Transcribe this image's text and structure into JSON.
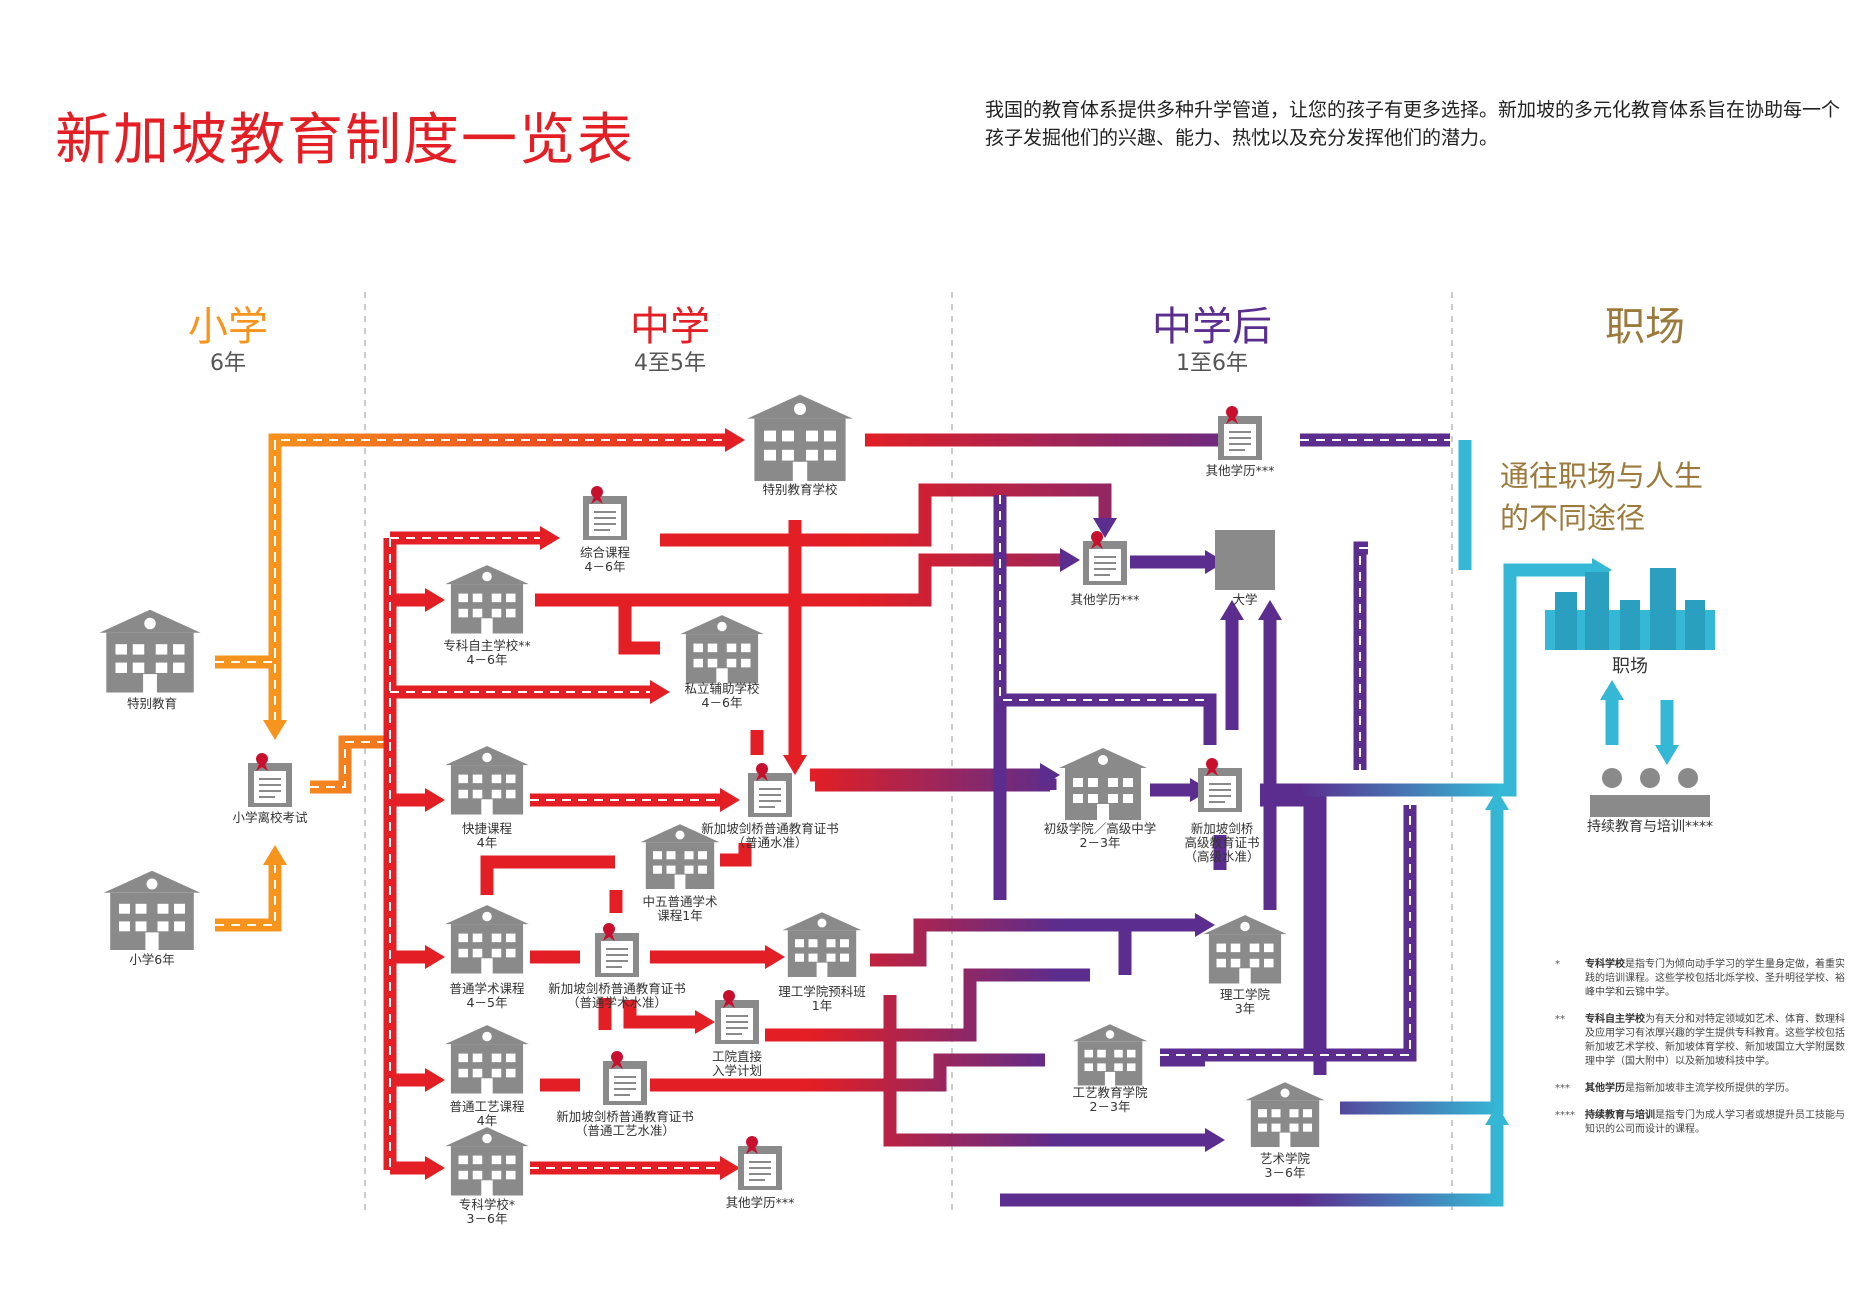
{
  "title": "新加坡教育制度一览表",
  "intro": "我国的教育体系提供多种升学管道，让您的孩子有更多选择。新加坡的多元化教育体系旨在协助每一个孩子发掘他们的兴趣、能力、热忱以及充分发挥他们的潜力。",
  "colors": {
    "primary": "#f7941d",
    "secondary": "#e31e24",
    "post_secondary": "#5b2d8e",
    "workforce": "#35b8d6",
    "career_text": "#9c7a3c",
    "icon_grey": "#8a8a8a"
  },
  "stages": [
    {
      "name": "小学",
      "duration": "6年",
      "color": "#f7941d"
    },
    {
      "name": "中学",
      "duration": "4至5年",
      "color": "#e31e24"
    },
    {
      "name": "中学后",
      "duration": "1至6年",
      "color": "#5b2d8e"
    },
    {
      "name": "职场",
      "duration": "",
      "color": "#9c7a3c"
    }
  ],
  "nodes": {
    "special_ed": "特别教育",
    "primary6": "小学6年",
    "psle": "小学离校考试",
    "special_school": "特别教育学校",
    "other_qual_top": "其他学历***",
    "ip": [
      "综合课程",
      "4－6年"
    ],
    "specialised_indep": [
      "专科自主学校**",
      "4－6年"
    ],
    "private_aided": [
      "私立辅助学校",
      "4－6年"
    ],
    "express": [
      "快捷课程",
      "4年"
    ],
    "gce_o": [
      "新加坡剑桥普通教育证书",
      "（普通水准）"
    ],
    "sec5": [
      "中五普通学术",
      "课程1年"
    ],
    "na_course": [
      "普通学术课程",
      "4－5年"
    ],
    "gce_na": [
      "新加坡剑桥普通教育证书",
      "（普通学术水准）"
    ],
    "poly_foundation": [
      "理工学院预科班",
      "1年"
    ],
    "dpp": [
      "工院直接",
      "入学计划"
    ],
    "nt_course": [
      "普通工艺课程",
      "4年"
    ],
    "gce_nt": [
      "新加坡剑桥普通教育证书",
      "（普通工艺水准）"
    ],
    "specialised_school": [
      "专科学校*",
      "3－6年"
    ],
    "other_qual_sec": "其他学历***",
    "other_qual_post": "其他学历***",
    "university": "大学",
    "jc": [
      "初级学院／高级中学",
      "2－3年"
    ],
    "gce_a": [
      "新加坡剑桥",
      "高级教育证书",
      "（高级水准）"
    ],
    "polytechnic": [
      "理工学院",
      "3年"
    ],
    "ite": [
      "工艺教育学院",
      "2－3年"
    ],
    "arts": [
      "艺术学院",
      "3－6年"
    ],
    "workplace": "职场",
    "cet": "持续教育与培训****"
  },
  "career_heading": [
    "通往职场与人生",
    "的不同途径"
  ],
  "notes": [
    {
      "marker": "*",
      "term": "专科学校",
      "text": "是指专门为倾向动手学习的学生量身定做，着重实践的培训课程。这些学校包括北烁学校、圣升明径学校、裕峰中学和云锦中学。"
    },
    {
      "marker": "**",
      "term": "专科自主学校",
      "text": "为有天分和对特定领域如艺术、体育、数理科及应用学习有浓厚兴趣的学生提供专科教育。这些学校包括新加坡艺术学校、新加坡体育学校、新加坡国立大学附属数理中学（国大附中）以及新加坡科技中学。"
    },
    {
      "marker": "***",
      "term": "其他学历",
      "text": "是指新加坡非主流学校所提供的学历。"
    },
    {
      "marker": "****",
      "term": "持续教育与培训",
      "text": "是指专门为成人学习者或想提升员工技能与知识的公司而设计的课程。"
    }
  ]
}
